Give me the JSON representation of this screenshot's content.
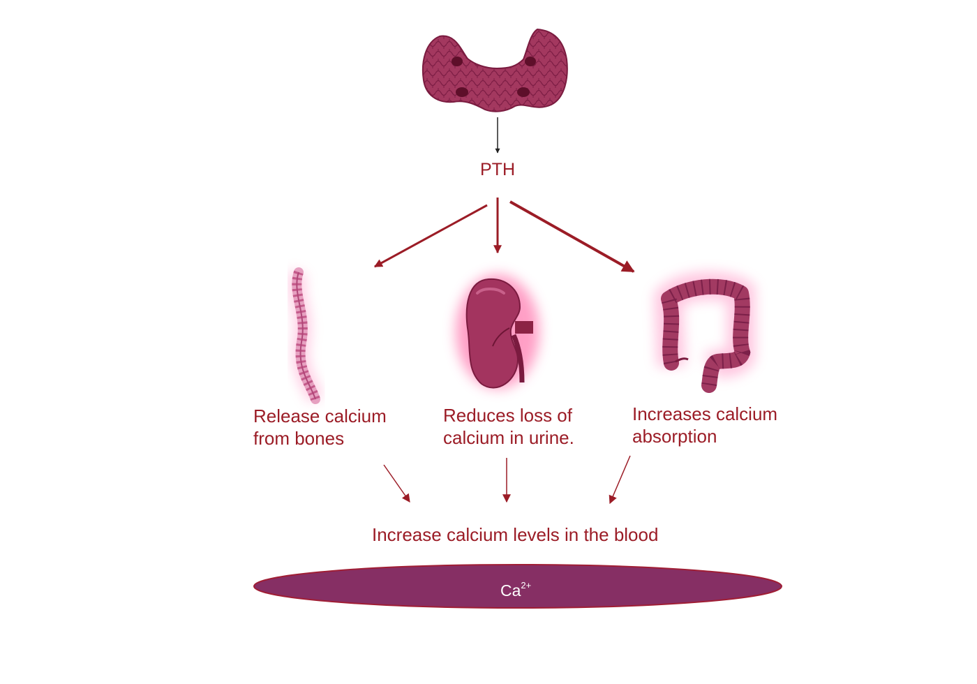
{
  "colors": {
    "text": "#9b1c26",
    "arrow": "#9b1c26",
    "organ": "#a3385f",
    "organ_dark": "#7a1b3f",
    "ellipse_fill": "#862f64",
    "ellipse_stroke": "#a01e35"
  },
  "icons": [
    "thyroid-gland-icon",
    "spine-icon",
    "kidney-icon",
    "colon-icon"
  ],
  "hormone": "PTH",
  "effects": {
    "bones": [
      "Release calcium",
      "from bones"
    ],
    "kidney": [
      "Reduces loss of",
      "calcium in urine."
    ],
    "intestine": [
      "Increases calcium",
      "absorption"
    ]
  },
  "result": "Increase calcium levels in the blood",
  "ion": {
    "symbol": "Ca",
    "charge": "2+"
  }
}
